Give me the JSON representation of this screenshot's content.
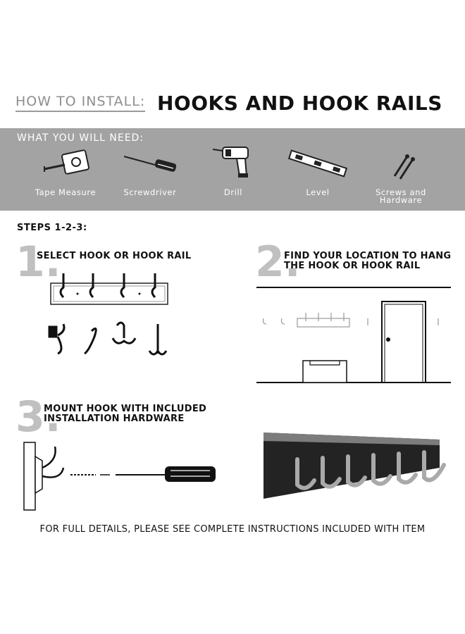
{
  "header": {
    "how_to": "HOW TO INSTALL:",
    "title": "HOOKS AND HOOK RAILS"
  },
  "needs": {
    "label": "WHAT YOU WILL NEED:",
    "tools": [
      {
        "label": "Tape Measure",
        "icon": "tape-measure-icon"
      },
      {
        "label": "Screwdriver",
        "icon": "screwdriver-icon"
      },
      {
        "label": "Drill",
        "icon": "drill-icon"
      },
      {
        "label": "Level",
        "icon": "level-icon"
      },
      {
        "label": "Screws and Hardware",
        "icon": "screws-icon"
      }
    ]
  },
  "steps": {
    "label": "STEPS 1-2-3:",
    "items": [
      {
        "number": "1.",
        "heading": "SELECT HOOK OR HOOK RAIL"
      },
      {
        "number": "2.",
        "heading": "FIND YOUR LOCATION TO HANG THE HOOK OR HOOK RAIL"
      },
      {
        "number": "3.",
        "heading": "MOUNT HOOK WITH INCLUDED INSTALLATION HARDWARE"
      }
    ]
  },
  "footer": {
    "note": "FOR FULL DETAILS, PLEASE SEE COMPLETE INSTRUCTIONS INCLUDED WITH ITEM"
  },
  "colors": {
    "band": "#a3a3a3",
    "number": "#c0c0c0",
    "text": "#111111"
  }
}
